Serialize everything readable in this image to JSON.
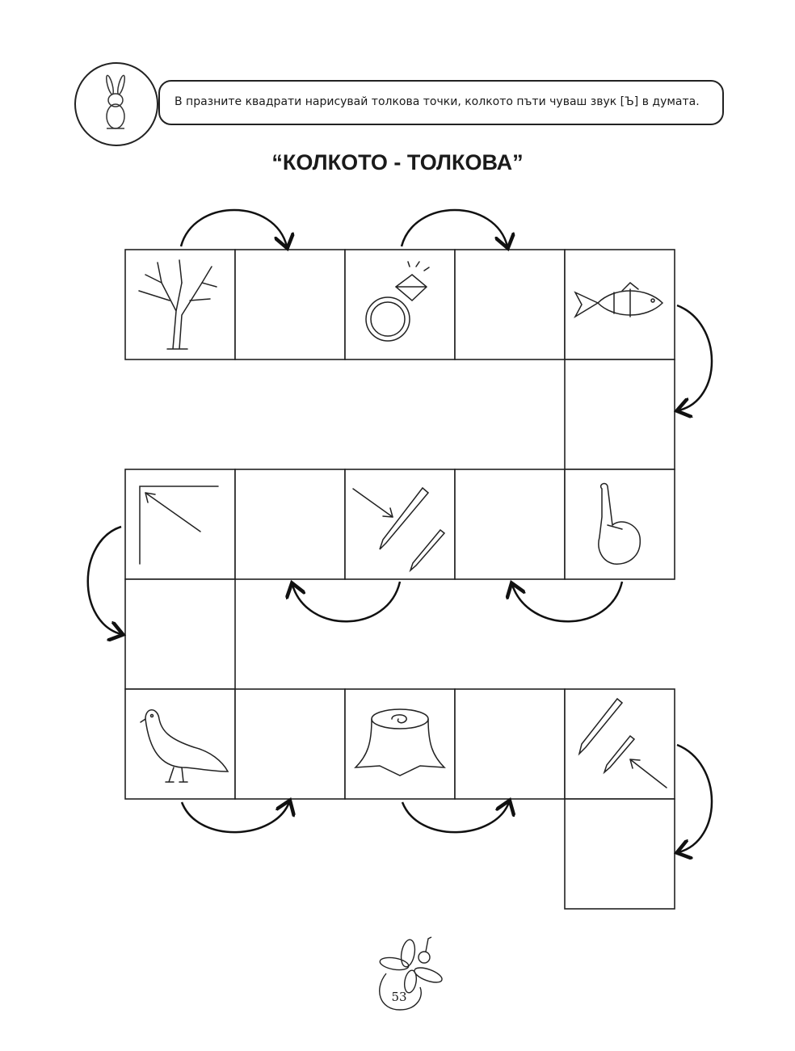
{
  "instruction": "В празните квадрати нарисувай толкова точки, колкото пъти чуваш звук [Ъ] в думата.",
  "title": "“КОЛКОТО - ТОЛКОВА”",
  "mascot_icon": "rabbit-icon",
  "board": {
    "cells": [
      {
        "row": 1,
        "col": 1,
        "content": "tree-icon"
      },
      {
        "row": 1,
        "col": 2,
        "content": "empty"
      },
      {
        "row": 1,
        "col": 3,
        "content": "ring-icon"
      },
      {
        "row": 1,
        "col": 4,
        "content": "empty"
      },
      {
        "row": 1,
        "col": 5,
        "content": "fish-icon"
      },
      {
        "row": 2,
        "col": 5,
        "content": "empty"
      },
      {
        "row": 3,
        "col": 5,
        "content": "finger-icon"
      },
      {
        "row": 3,
        "col": 4,
        "content": "empty"
      },
      {
        "row": 3,
        "col": 3,
        "content": "pencils-arrow-icon"
      },
      {
        "row": 3,
        "col": 2,
        "content": "empty"
      },
      {
        "row": 3,
        "col": 1,
        "content": "corner-arrow-icon"
      },
      {
        "row": 4,
        "col": 1,
        "content": "empty"
      },
      {
        "row": 5,
        "col": 1,
        "content": "pigeon-icon"
      },
      {
        "row": 5,
        "col": 2,
        "content": "empty"
      },
      {
        "row": 5,
        "col": 3,
        "content": "stump-icon"
      },
      {
        "row": 5,
        "col": 4,
        "content": "empty"
      },
      {
        "row": 5,
        "col": 5,
        "content": "pencils-arrow-icon"
      },
      {
        "row": 6,
        "col": 5,
        "content": "empty"
      }
    ]
  },
  "footer": {
    "page_number": "53",
    "icon": "bee-icon"
  }
}
